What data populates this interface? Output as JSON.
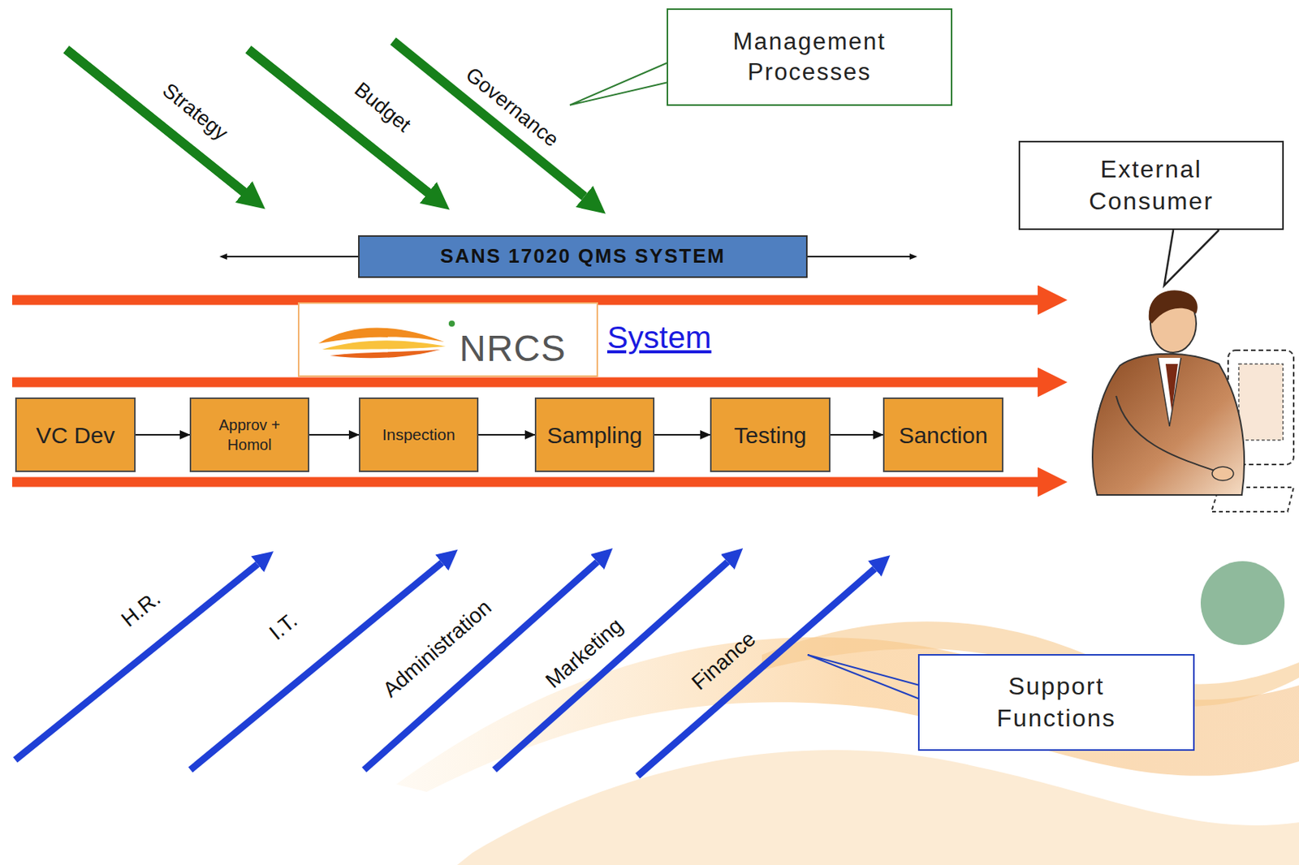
{
  "diagram": {
    "nodes": [
      {
        "text": [
          "Management Processes"
        ]
      },
      {
        "text": [
          "External Consumer"
        ]
      },
      {
        "text": [
          "SANS 17020 QMS SYSTEM"
        ]
      },
      {
        "text": [
          "NRCS"
        ]
      },
      {
        "text": [
          "VC Dev"
        ]
      },
      {
        "text": [
          "Approv + Homol"
        ]
      },
      {
        "text": [
          "Inspection"
        ]
      },
      {
        "text": [
          "Sampling"
        ]
      },
      {
        "text": [
          "Testing"
        ]
      },
      {
        "text": [
          "Sanction"
        ]
      },
      {
        "text": [
          "Support Functions"
        ]
      }
    ],
    "edges": [
      {
        "from": 4,
        "to": 5,
        "arrow": "to"
      },
      {
        "from": 5,
        "to": 6,
        "arrow": "to"
      },
      {
        "from": 6,
        "to": 7,
        "arrow": "to"
      },
      {
        "from": 7,
        "to": 8,
        "arrow": "to"
      },
      {
        "from": 8,
        "to": 9,
        "arrow": "to"
      }
    ],
    "labels": [
      "Strategy",
      "Budget",
      "Governance",
      "System",
      "H.R.",
      "I.T.",
      "Administration",
      "Marketing",
      "Finance"
    ]
  }
}
